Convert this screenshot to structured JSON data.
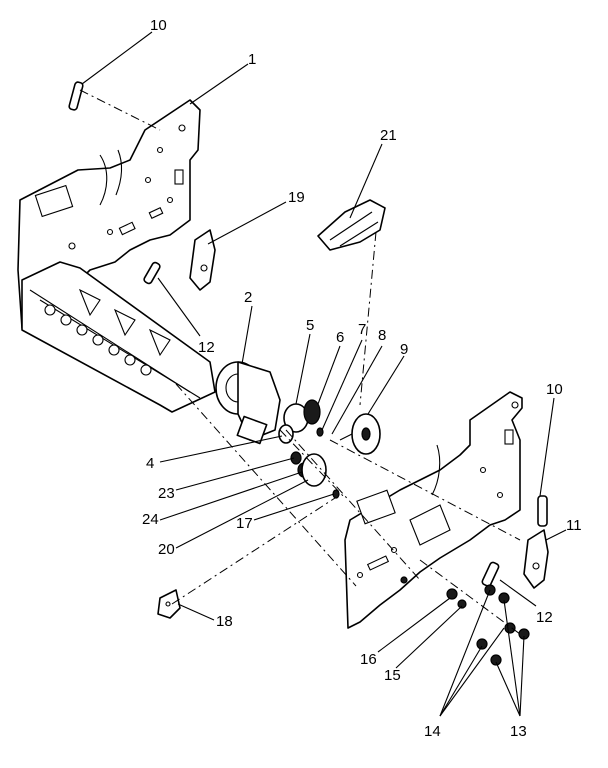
{
  "callouts": [
    {
      "id": "c10a",
      "text": "10"
    },
    {
      "id": "c1",
      "text": "1"
    },
    {
      "id": "c21",
      "text": "21"
    },
    {
      "id": "c19",
      "text": "19"
    },
    {
      "id": "c12a",
      "text": "12"
    },
    {
      "id": "c2",
      "text": "2"
    },
    {
      "id": "c5",
      "text": "5"
    },
    {
      "id": "c6",
      "text": "6"
    },
    {
      "id": "c7",
      "text": "7"
    },
    {
      "id": "c8",
      "text": "8"
    },
    {
      "id": "c9",
      "text": "9"
    },
    {
      "id": "c10b",
      "text": "10"
    },
    {
      "id": "c4",
      "text": "4"
    },
    {
      "id": "c23",
      "text": "23"
    },
    {
      "id": "c24",
      "text": "24"
    },
    {
      "id": "c20",
      "text": "20"
    },
    {
      "id": "c17",
      "text": "17"
    },
    {
      "id": "c11",
      "text": "11"
    },
    {
      "id": "c12b",
      "text": "12"
    },
    {
      "id": "c18",
      "text": "18"
    },
    {
      "id": "c16",
      "text": "16"
    },
    {
      "id": "c15",
      "text": "15"
    },
    {
      "id": "c14",
      "text": "14"
    },
    {
      "id": "c13",
      "text": "13"
    }
  ]
}
